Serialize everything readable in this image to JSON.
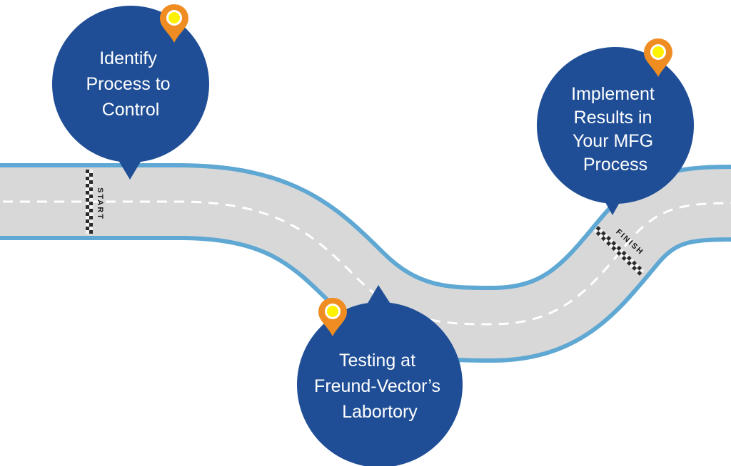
{
  "colors": {
    "road_fill": "#d8d8d8",
    "road_edge": "#5fa8d3",
    "lane_line": "#ffffff",
    "bubble": "#1f4e96",
    "pin_outer": "#ef8d22",
    "pin_center": "#fff200",
    "checker_dark": "#2b2b2b",
    "checker_light": "#f2f2f2"
  },
  "icons": {
    "pin": "map-pin-icon"
  },
  "markers": {
    "start": "START",
    "finish": "FINISH"
  },
  "steps": [
    {
      "lines": [
        "Identify",
        "Process to",
        "Control"
      ]
    },
    {
      "lines": [
        "Testing at",
        "Freund-Vector’s",
        "Labortory"
      ]
    },
    {
      "lines": [
        "Implement",
        "Results in",
        "Your MFG",
        "Process"
      ]
    }
  ]
}
